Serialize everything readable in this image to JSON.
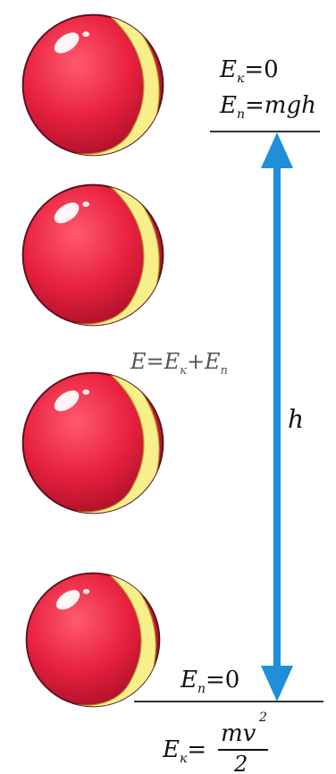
{
  "labels": {
    "top_ek": "E",
    "top_ek_sub": "к",
    "top_ek_val": "=0",
    "top_ep": "E",
    "top_ep_sub": "п",
    "top_ep_val": "=mgh",
    "mid_e": "E",
    "mid_eq": "=",
    "mid_ek": "E",
    "mid_ek_sub": "к",
    "mid_plus": "+",
    "mid_ep": "E",
    "mid_ep_sub": "п",
    "height": "h",
    "bottom_ep": "E",
    "bottom_ep_sub": "п",
    "bottom_ep_val": "=0",
    "bottom_ek": "E",
    "bottom_ek_sub": "к",
    "bottom_ek_eq": "=",
    "bottom_num": "mv",
    "bottom_exp": "2",
    "bottom_den": "2"
  },
  "colors": {
    "ball_red": "#e8213f",
    "ball_dark": "#b3122b",
    "stripe": "#f7ef8a",
    "arrow": "#1e8fd8",
    "line": "#333333"
  },
  "icons": {
    "ball": "ball-icon"
  }
}
